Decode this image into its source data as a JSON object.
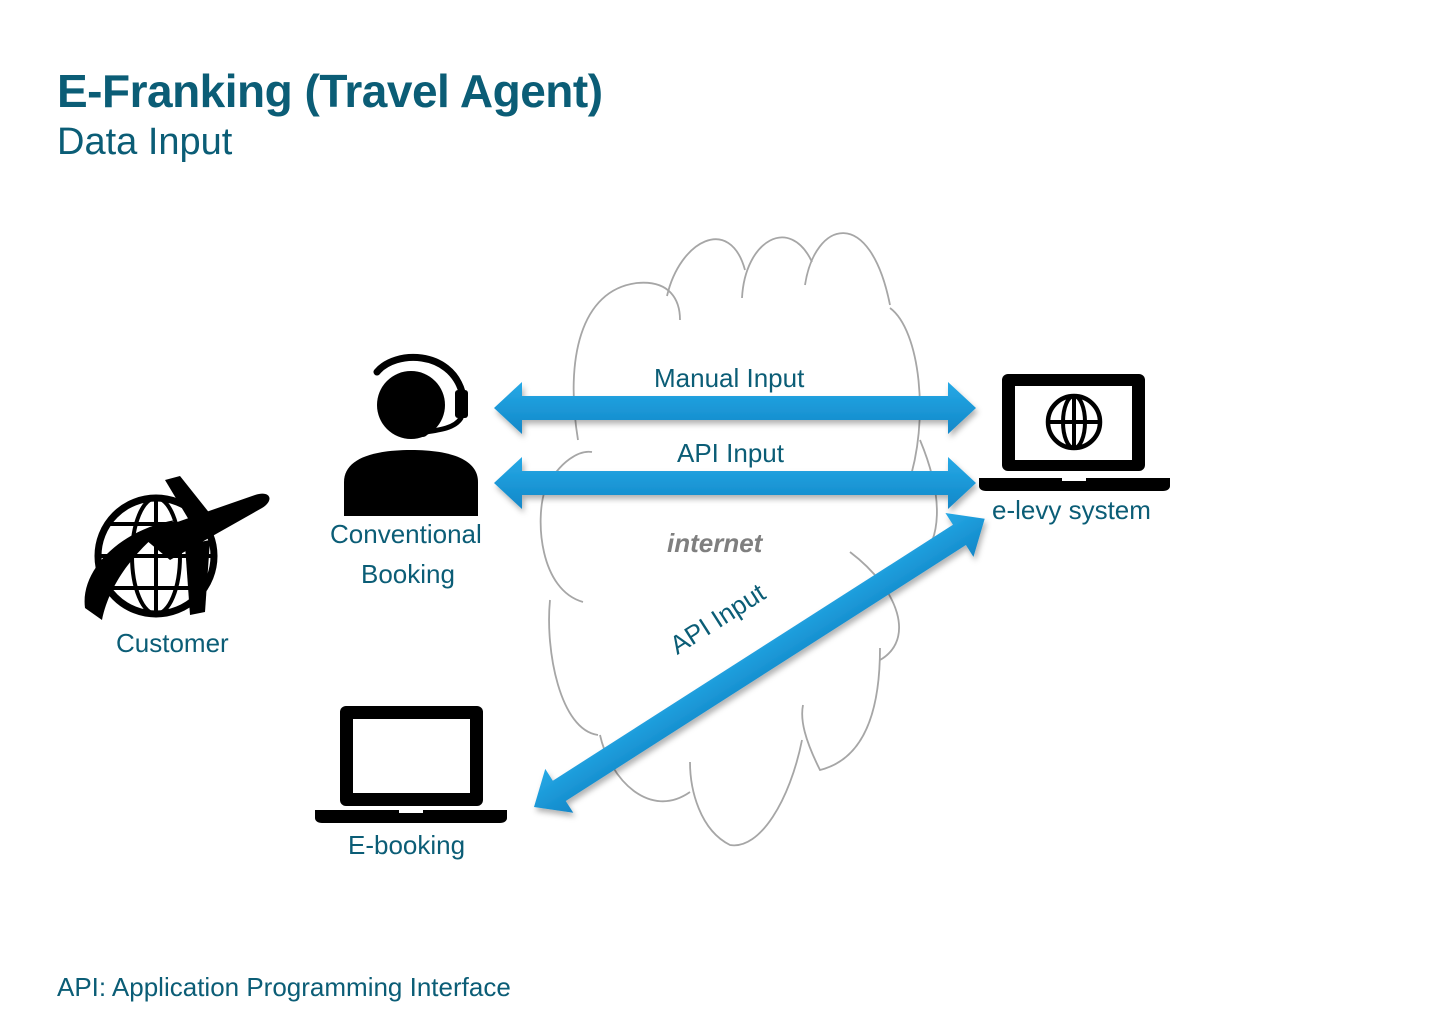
{
  "header": {
    "title": "E-Franking (Travel Agent)",
    "subtitle": "Data Input"
  },
  "nodes": {
    "customer": {
      "label": "Customer",
      "icon": "airplane-globe-icon"
    },
    "conventional_booking": {
      "label_line1": "Conventional",
      "label_line2": "Booking",
      "icon": "agent-headset-icon"
    },
    "e_booking": {
      "label": "E-booking",
      "icon": "laptop-icon"
    },
    "e_levy_system": {
      "label": "e-levy system",
      "icon": "laptop-globe-icon"
    },
    "internet": {
      "label": "internet",
      "icon": "cloud-icon"
    }
  },
  "connections": [
    {
      "from": "Conventional Booking",
      "to": "e-levy system",
      "label": "Manual Input",
      "direction": "bidirectional"
    },
    {
      "from": "Conventional Booking",
      "to": "e-levy system",
      "label": "API Input",
      "direction": "bidirectional"
    },
    {
      "from": "E-booking",
      "to": "e-levy system",
      "label": "API Input",
      "direction": "bidirectional"
    }
  ],
  "footnote": "API: Application Programming Interface",
  "colors": {
    "text": "#0b5d76",
    "arrow": "#1a9ad9",
    "cloud_stroke": "#a6a6a6",
    "icon": "#000000",
    "internet_label": "#7f7f7f"
  }
}
